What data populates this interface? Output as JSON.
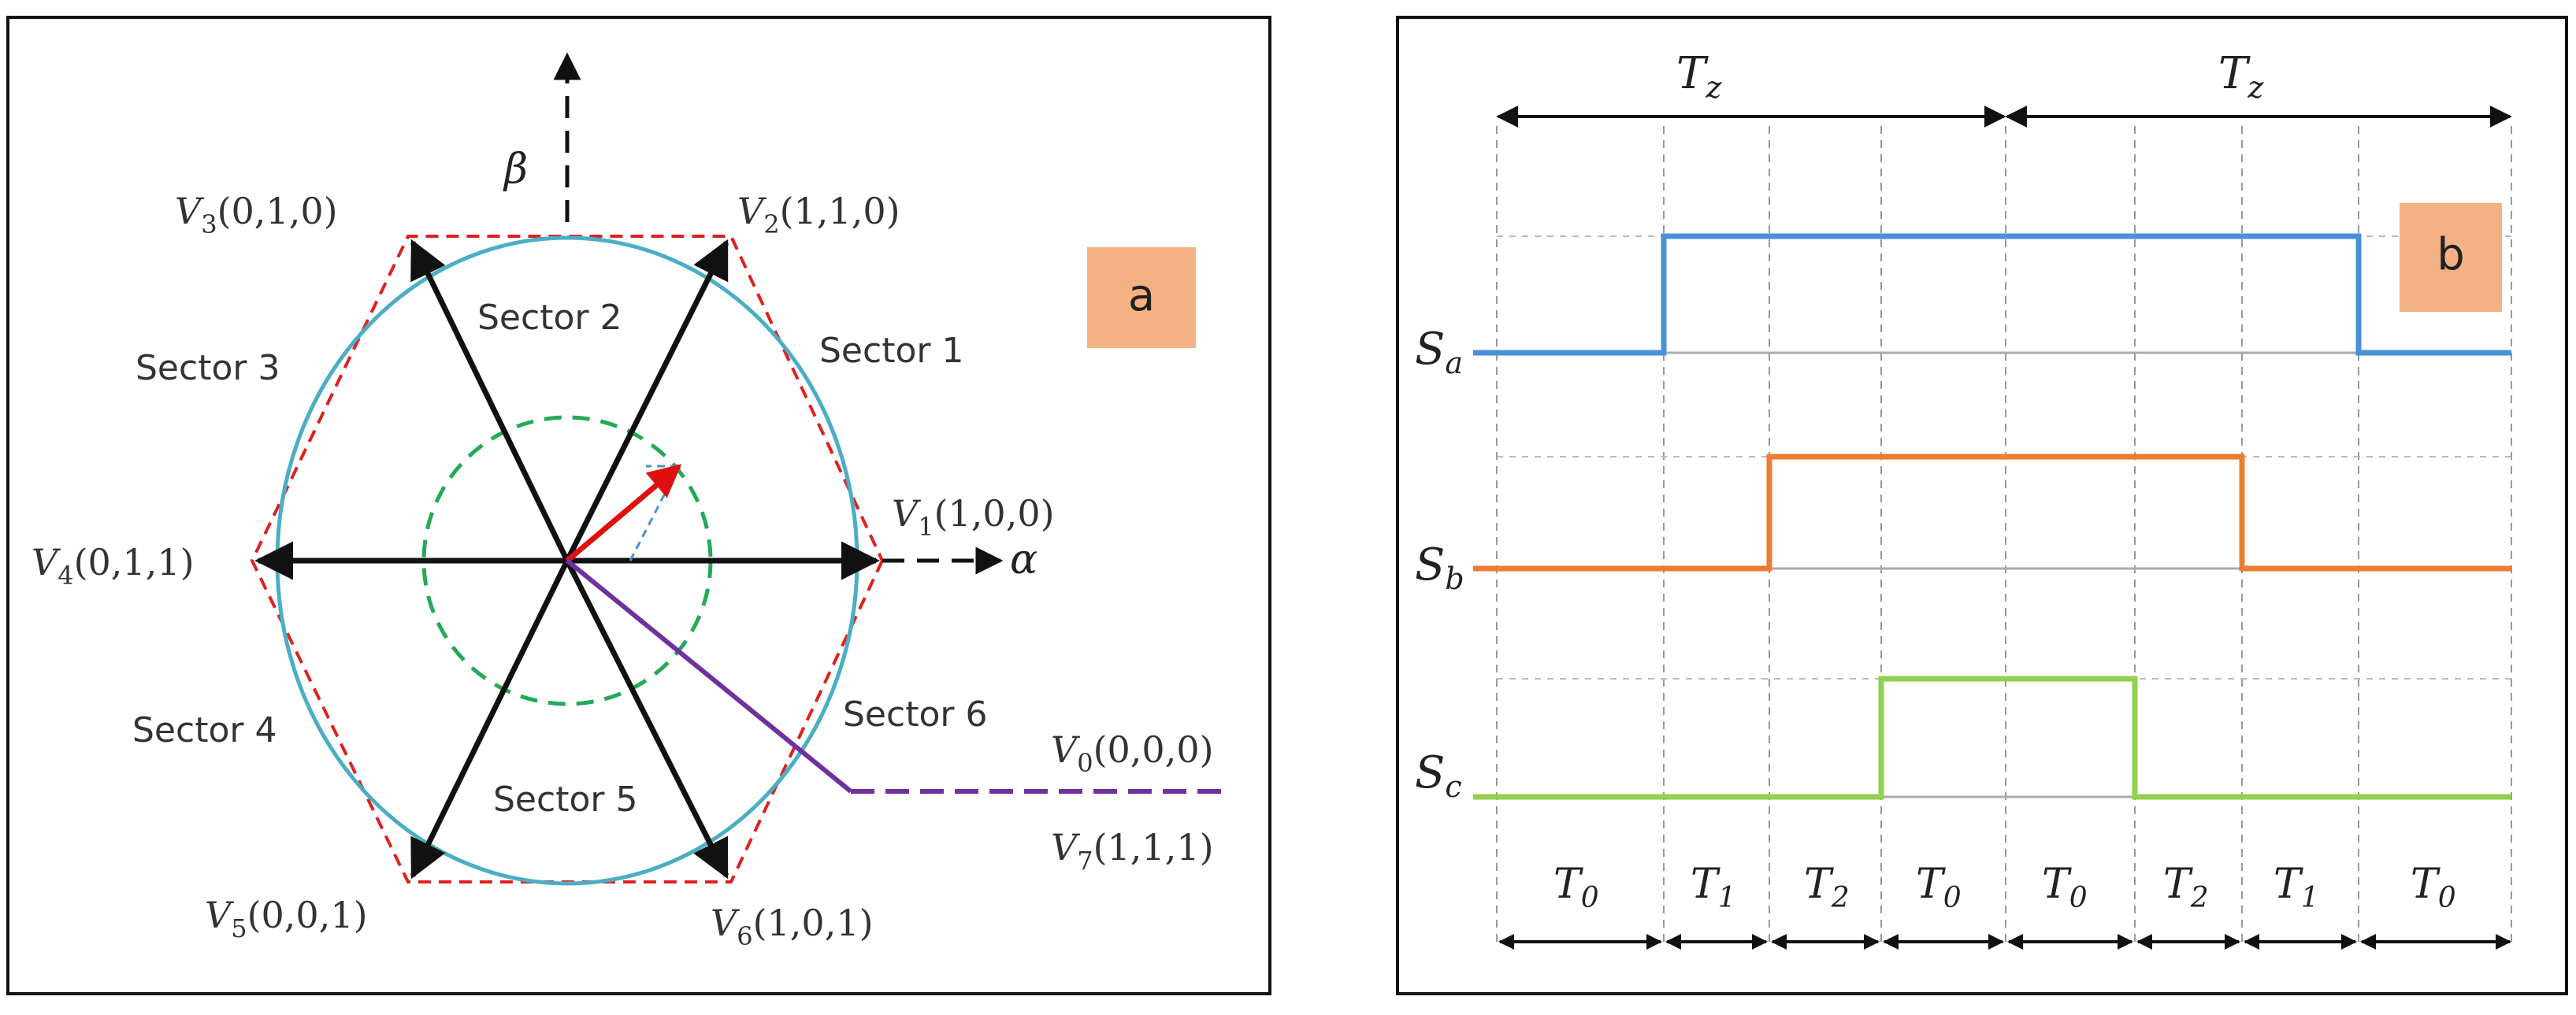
{
  "panel_a": {
    "badge": "a",
    "beta_axis_label": "β",
    "alpha_axis_label": "α",
    "sectors": [
      {
        "label": "Sector 1"
      },
      {
        "label": "Sector 2"
      },
      {
        "label": "Sector 3"
      },
      {
        "label": "Sector 4"
      },
      {
        "label": "Sector 5"
      },
      {
        "label": "Sector 6"
      }
    ],
    "vectors": [
      {
        "symbol": "V",
        "sub": "1",
        "state": "(1,0,0)"
      },
      {
        "symbol": "V",
        "sub": "2",
        "state": "(1,1,0)"
      },
      {
        "symbol": "V",
        "sub": "3",
        "state": "(0,1,0)"
      },
      {
        "symbol": "V",
        "sub": "4",
        "state": "(0,1,1)"
      },
      {
        "symbol": "V",
        "sub": "5",
        "state": "(0,0,1)"
      },
      {
        "symbol": "V",
        "sub": "6",
        "state": "(1,0,1)"
      },
      {
        "symbol": "V",
        "sub": "0",
        "state": "(0,0,0)"
      },
      {
        "symbol": "V",
        "sub": "7",
        "state": "(1,1,1)"
      }
    ],
    "colors": {
      "hexagon": "#e02020",
      "circle": "#4aaec4",
      "inner_circle": "#22aa55",
      "reference_vector": "#e01010",
      "zero_vector": "#7030a0",
      "axes": "#111111"
    }
  },
  "panel_b": {
    "badge": "b",
    "period_labels": [
      {
        "symbol": "T",
        "sub": "z"
      },
      {
        "symbol": "T",
        "sub": "z"
      }
    ],
    "signals": [
      {
        "symbol": "S",
        "sub": "a",
        "color": "#4a90d9"
      },
      {
        "symbol": "S",
        "sub": "b",
        "color": "#ed7d31"
      },
      {
        "symbol": "S",
        "sub": "c",
        "color": "#92d050"
      }
    ],
    "interval_labels": [
      {
        "symbol": "T",
        "sub": "0"
      },
      {
        "symbol": "T",
        "sub": "1"
      },
      {
        "symbol": "T",
        "sub": "2"
      },
      {
        "symbol": "T",
        "sub": "0"
      },
      {
        "symbol": "T",
        "sub": "0"
      },
      {
        "symbol": "T",
        "sub": "2"
      },
      {
        "symbol": "T",
        "sub": "1"
      },
      {
        "symbol": "T",
        "sub": "0"
      }
    ]
  }
}
